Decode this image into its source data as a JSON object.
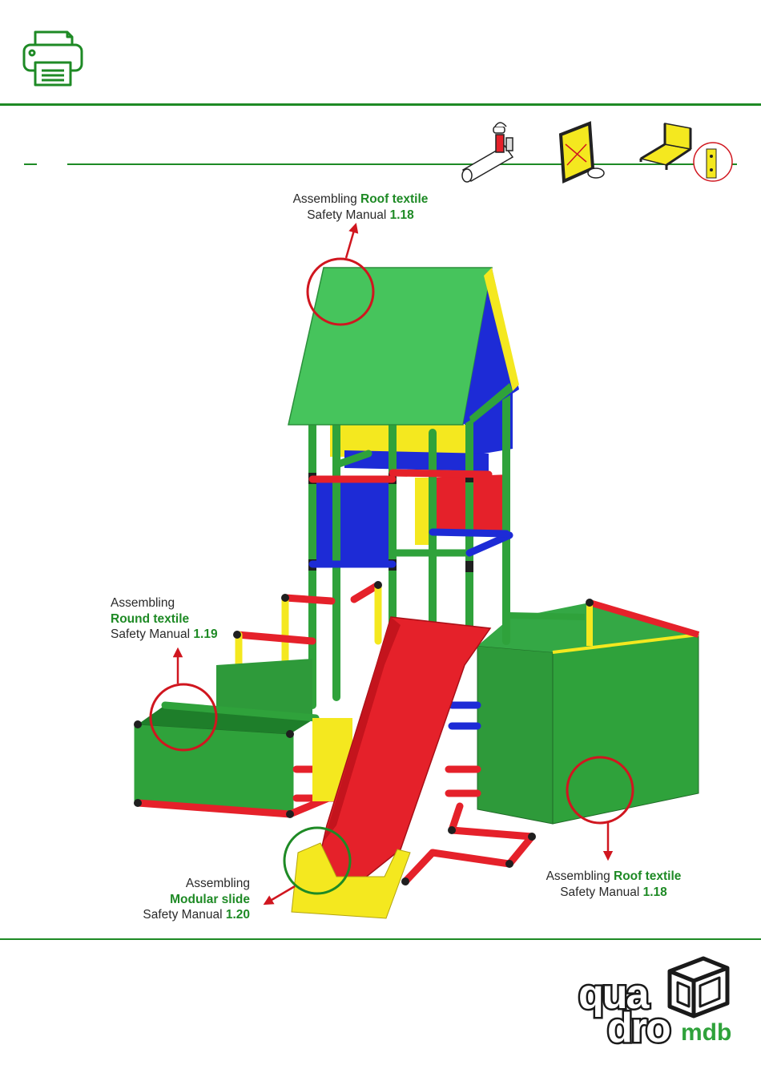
{
  "toolbar": {
    "print_icon": "printer-icon"
  },
  "callouts": {
    "roof_top": {
      "prefix": "Assembling ",
      "part": "Roof textile",
      "manual": "Safety Manual ",
      "num": "1.18"
    },
    "round": {
      "prefix": "Assembling",
      "part": "Round textile",
      "manual": "Safety Manual ",
      "num": "1.19"
    },
    "slide": {
      "prefix": "Assembling",
      "part": "Modular slide",
      "manual": "Safety Manual ",
      "num": "1.20"
    },
    "roof_right": {
      "prefix": "Assembling ",
      "part": "Roof textile",
      "manual": "Safety Manual ",
      "num": "1.18"
    }
  },
  "logo": {
    "line1": "qua",
    "line2": "dro",
    "suffix": "mdb"
  },
  "colors": {
    "accent_green": "#1e8a25",
    "callout_red": "#d0161f",
    "tube_green": "#2fa23b",
    "tube_red": "#e5212a",
    "tube_yellow": "#f4e81f",
    "panel_blue": "#1d2bd6"
  },
  "icons": [
    "printer-icon",
    "connector-detail-icon",
    "panel-frame-detail-icon",
    "seat-frame-detail-icon"
  ]
}
